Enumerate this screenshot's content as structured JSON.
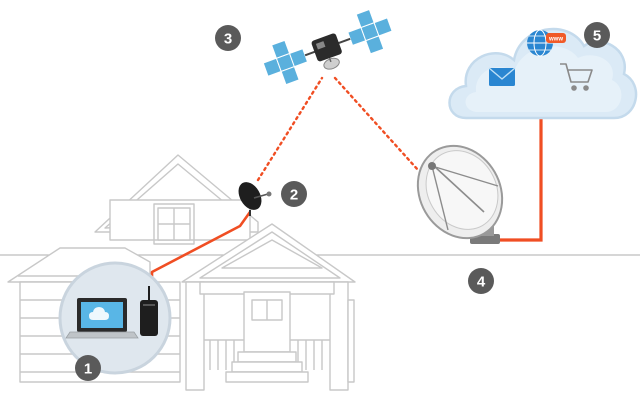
{
  "badges": [
    {
      "number": "1"
    },
    {
      "number": "2"
    },
    {
      "number": "3"
    },
    {
      "number": "4"
    },
    {
      "number": "5"
    }
  ],
  "cloud": {
    "web_label": "www"
  },
  "colors": {
    "link_line": "#f04e23",
    "badge_fill": "#5a5a5a",
    "house_outline": "#c8c8c8",
    "ground_line": "#bdbdbd",
    "satellite_panel": "#5ab0dd",
    "cloud_fill": "#dbeaf6",
    "cloud_stroke": "#c4daec",
    "dish_fill": "#eeeeee",
    "dish_stroke": "#9a9a9a"
  },
  "icons": [
    "home-network-icon",
    "laptop-icon",
    "modem-icon",
    "home-dish-icon",
    "satellite-icon",
    "ground-station-dish-icon",
    "internet-cloud-icon",
    "globe-icon",
    "email-icon",
    "shopping-cart-icon"
  ]
}
